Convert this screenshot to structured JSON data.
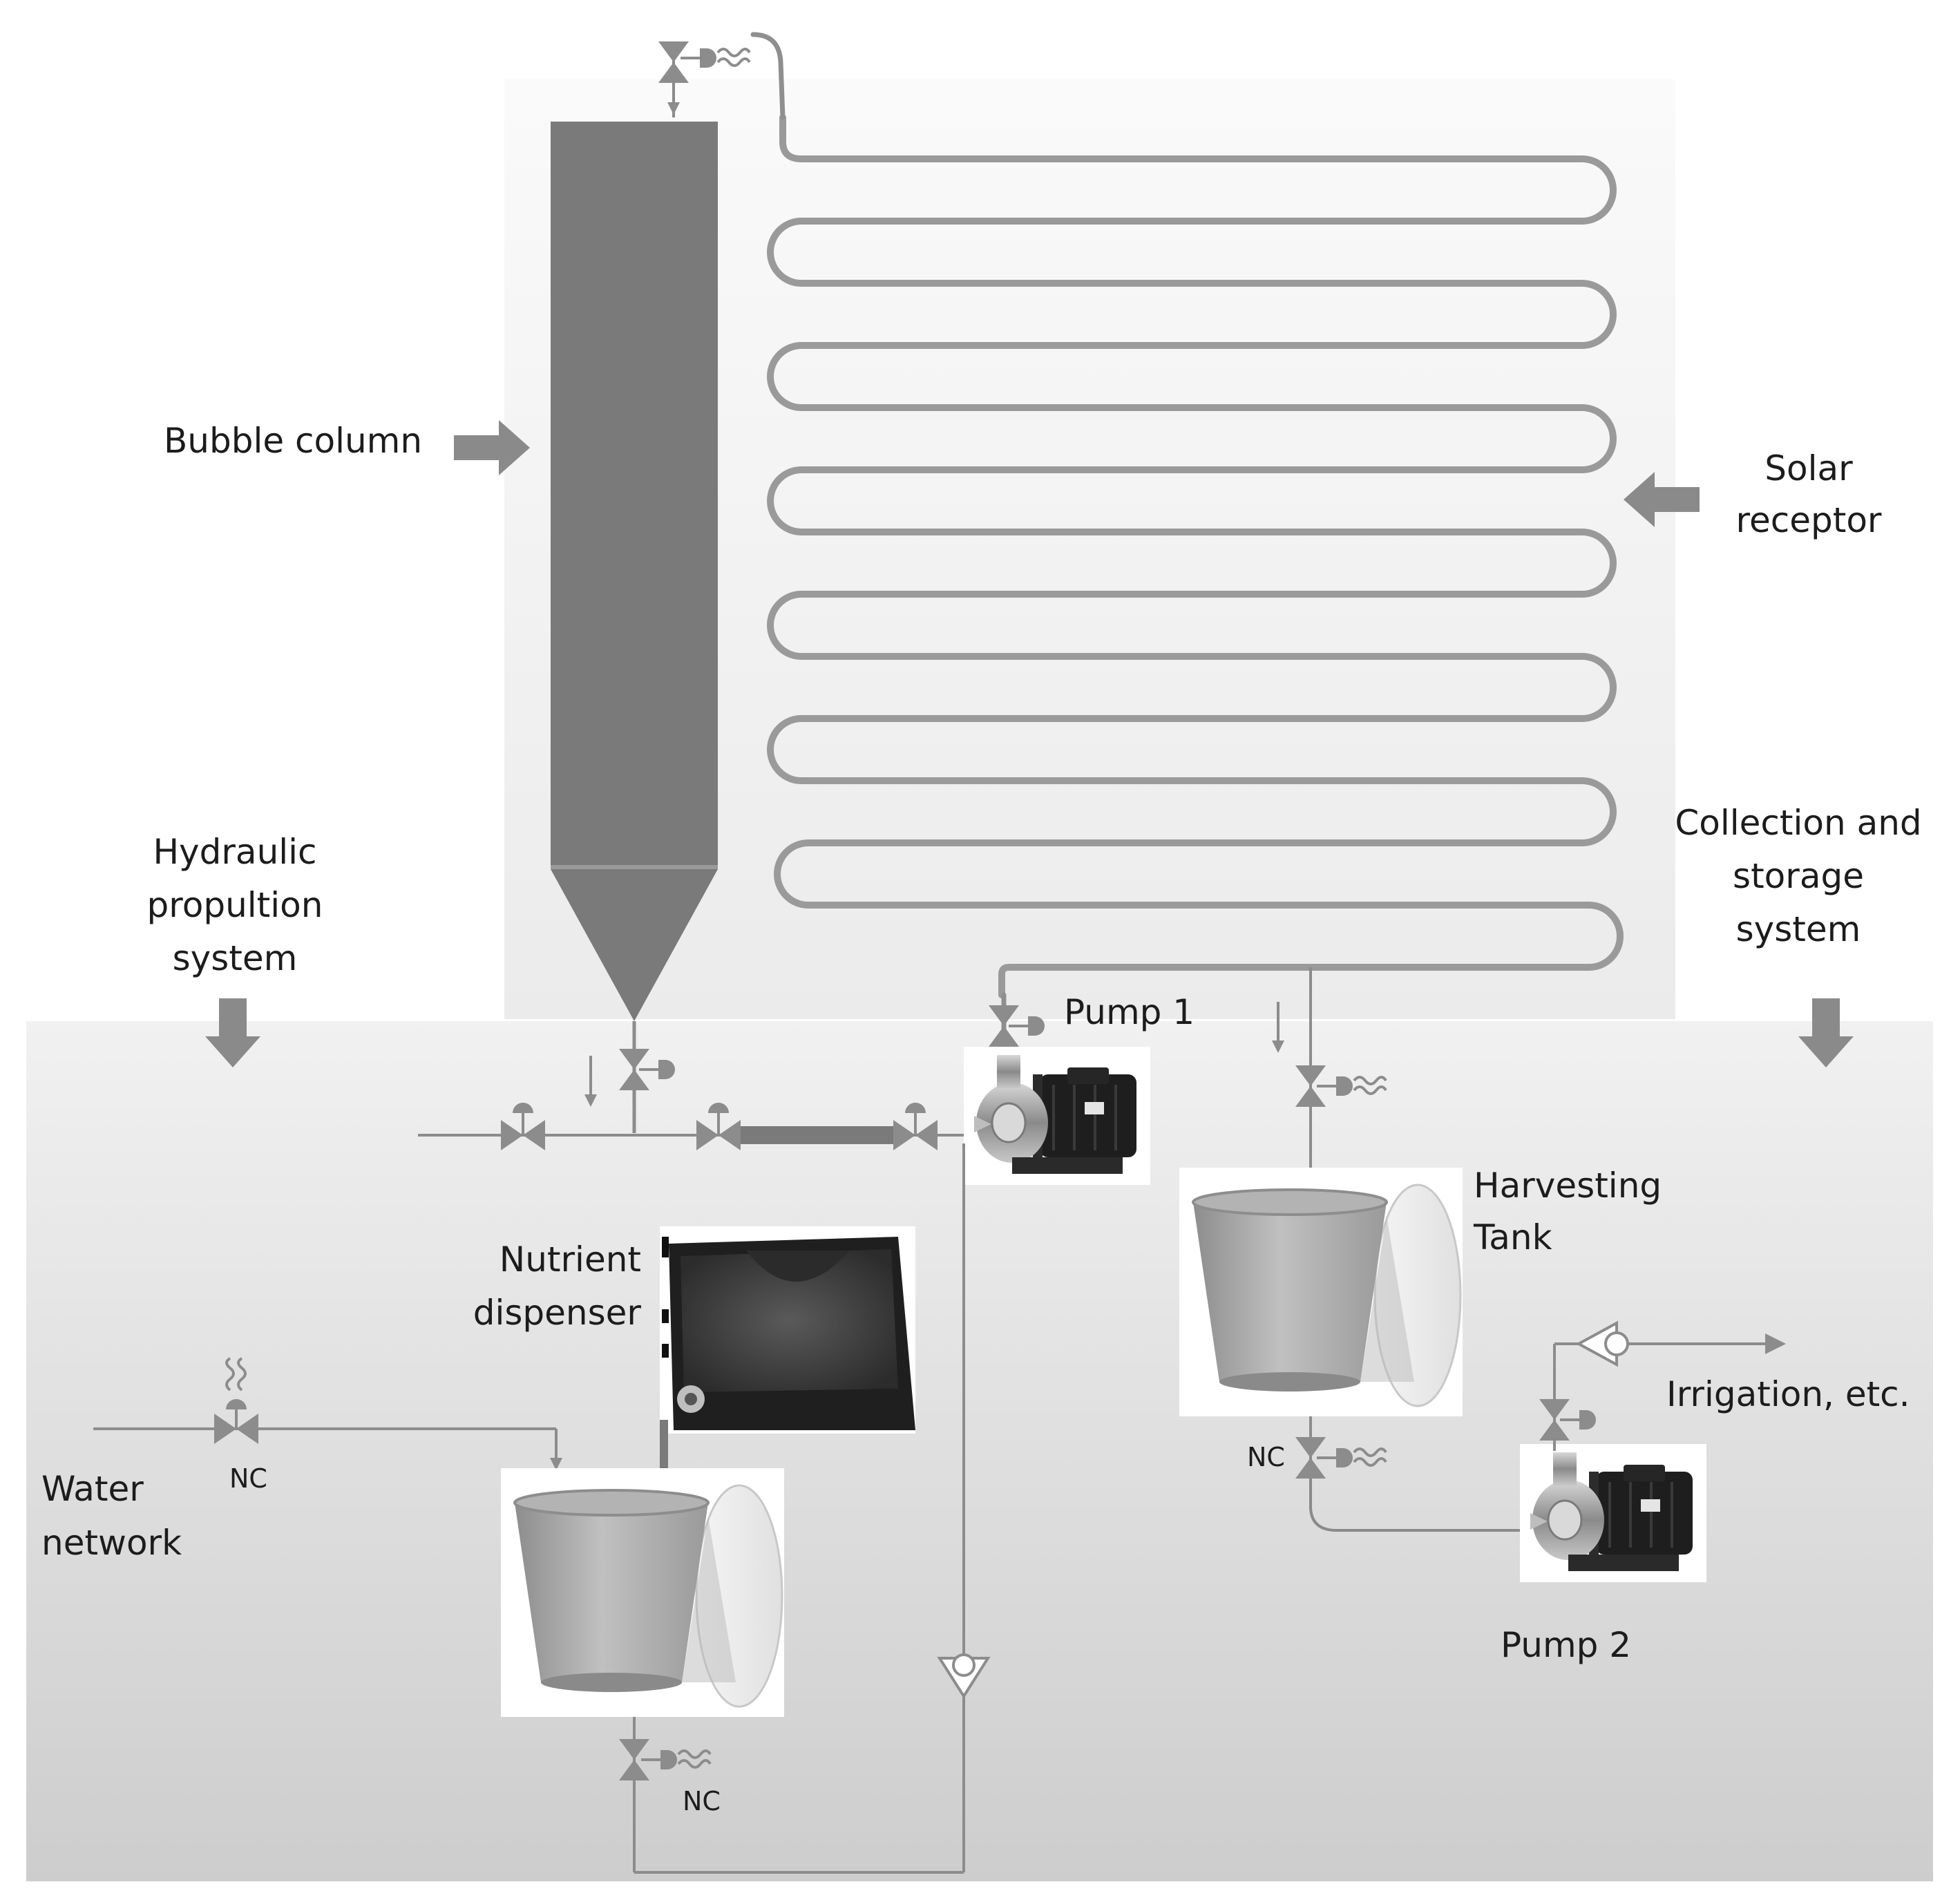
{
  "labels": {
    "bubble_column": "Bubble column",
    "solar_line1": "Solar",
    "solar_line2": "receptor",
    "hydraulic_line1": "Hydraulic",
    "hydraulic_line2": "propultion",
    "hydraulic_line3": "system",
    "collection_line1": "Collection and",
    "collection_line2": "storage",
    "collection_line3": "system",
    "pump1": "Pump 1",
    "pump2": "Pump 2",
    "harvesting_line1": "Harvesting",
    "harvesting_line2": "Tank",
    "nutrient_line1": "Nutrient",
    "nutrient_line2": "dispenser",
    "water_line1": "Water",
    "water_line2": "network",
    "irrigation": "Irrigation, etc.",
    "nc_water": "NC",
    "nc_harvest": "NC",
    "nc_nutrient": "NC"
  },
  "colors": {
    "background": "#ffffff",
    "panel_top": "#f0f0f0",
    "panel_bottom": "#d2d2d2",
    "column_fill": "#7a7a7a",
    "pipe": "#8f8f8f",
    "arrow": "#8a8a8a",
    "valve": "#8c8c8c",
    "tank": "#a5a5a5",
    "pump_body": "#1e1e1e"
  },
  "icons": {
    "valve": "bowtie-valve-icon",
    "actuator_pneumatic": "dome-actuator-icon",
    "actuator_electric": "d-actuator-icon",
    "heat_sensor": "wavy-sensor-icon",
    "check_valve": "check-valve-icon",
    "pump": "centrifugal-pump-icon",
    "tank": "open-tank-icon"
  }
}
